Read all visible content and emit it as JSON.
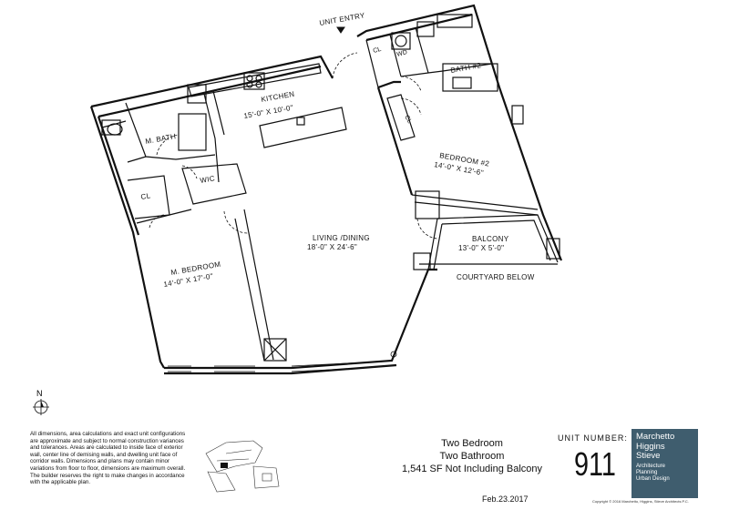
{
  "rooms": {
    "unit_entry": "UNIT ENTRY",
    "kitchen": {
      "name": "KITCHEN",
      "dims": "15'-0\" X 10'-0\""
    },
    "m_bath": "M. BATH",
    "wic": "WIC",
    "cl_master": "CL",
    "m_bedroom": {
      "name": "M. BEDROOM",
      "dims": "14'-0\" X 17'-0\""
    },
    "living": {
      "name": "LIVING /DINING",
      "dims": "18'-0\" X 24'-6\""
    },
    "cl_entry": "CL",
    "wd": "WD",
    "bath2": "BATH #2",
    "cl_bed2": "CL",
    "bedroom2": {
      "name": "BEDROOM #2",
      "dims": "14'-0\" X 12'-6\""
    },
    "balcony": {
      "name": "BALCONY",
      "dims": "13'-0\" X 5'-0\""
    },
    "courtyard": "COURTYARD BELOW"
  },
  "north_label": "N",
  "notes": "All dimensions, area calculations and exact unit configurations are approximate and subject to normal construction variances and tolerances. Areas are calculated to inside face of exterior wall, center line of demising walls, and dwelling unit face of corridor walls. Dimensions and plans may contain minor variations from floor to floor, dimensions are maximum overall. The builder reserves the right to make changes in accordance with the applicable plan.",
  "summary": {
    "line1": "Two Bedroom",
    "line2": "Two Bathroom",
    "line3": "1,541 SF Not Including Balcony"
  },
  "date": "Feb.23.2017",
  "unit_number_label": "UNIT NUMBER:",
  "unit_number": "911",
  "logo": {
    "name1": "Marchetto",
    "name2": "Higgins",
    "name3": "Stieve",
    "d1": "Architecture",
    "d2": "Planning",
    "d3": "Urban Design"
  },
  "copyright": "Copyright © 2016 Marchetto, Higgins, Stieve Architects P.C."
}
